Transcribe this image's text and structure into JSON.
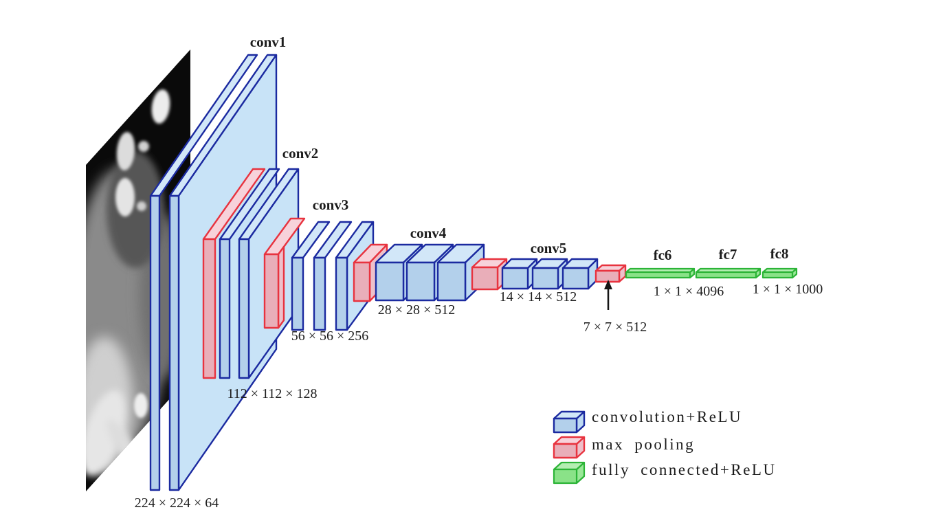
{
  "diagram": {
    "type": "cnn-architecture-diagram",
    "input_image": "ct-scan-slice",
    "layers": {
      "conv1": "conv1",
      "conv2": "conv2",
      "conv3": "conv3",
      "conv4": "conv4",
      "conv5": "conv5",
      "fc6": "fc6",
      "fc7": "fc7",
      "fc8": "fc8"
    },
    "dimensions": {
      "conv1": "224 × 224 × 64",
      "conv2": "112 × 112 × 128",
      "conv3": "56 × 56 × 256",
      "conv4": "28 × 28 × 512",
      "conv5": "14 × 14 × 512",
      "pool5": "7 × 7 × 512",
      "fc6": "1 × 1 × 4096",
      "fc8": "1 × 1 × 1000"
    },
    "legend": {
      "items": [
        {
          "icon": "blue-box-icon",
          "label": "convolution+ReLU",
          "fill": "#b3d0eb",
          "border": "#1b2aa0"
        },
        {
          "icon": "red-box-icon",
          "label": "max pooling",
          "fill": "#e9aeb9",
          "border": "#e8333f"
        },
        {
          "icon": "green-box-icon",
          "label": "fully connected+ReLU",
          "fill": "#8ae288",
          "border": "#2cb437"
        }
      ]
    },
    "colors": {
      "background": "#ffffff",
      "text": "#1c1c1c",
      "conv_border": "#1b2aa0",
      "conv_fill_front": "#b3d0eb",
      "conv_fill_top": "#d2e7f8",
      "conv_fill_face": "#c8e3f7",
      "pool_border": "#e8333f",
      "pool_fill_front": "#e9aeb9",
      "pool_fill_top": "#f7d2da",
      "fc_border": "#2cb437",
      "fc_fill_front": "#8ae288",
      "fc_fill_top": "#b4eeb2"
    }
  }
}
